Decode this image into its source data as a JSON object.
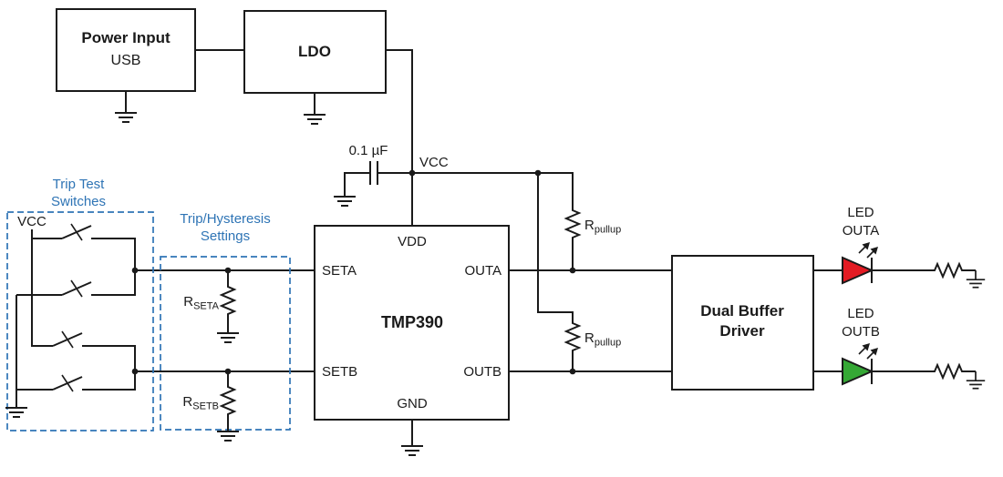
{
  "diagram": {
    "colors": {
      "blue": "#2E74B5",
      "wire": "#1a1a1a",
      "led_red": "#E31B23",
      "led_green": "#35A835"
    },
    "power_input": {
      "title": "Power Input",
      "subtitle": "USB"
    },
    "ldo": {
      "label": "LDO"
    },
    "capacitor": {
      "value": "0.1 µF"
    },
    "vcc_label": "VCC",
    "tmp390": {
      "label": "TMP390",
      "pin_vdd": "VDD",
      "pin_seta": "SETA",
      "pin_setb": "SETB",
      "pin_outa": "OUTA",
      "pin_outb": "OUTB",
      "pin_gnd": "GND"
    },
    "trip_switches": {
      "title_line1": "Trip Test",
      "title_line2": "Switches",
      "vcc": "VCC"
    },
    "trip_settings": {
      "title_line1": "Trip/Hysteresis",
      "title_line2": "Settings"
    },
    "resistors": {
      "r_seta": {
        "base": "R",
        "sub": "SETA"
      },
      "r_setb": {
        "base": "R",
        "sub": "SETB"
      },
      "r_pullup_a": {
        "base": "R",
        "sub": "pullup"
      },
      "r_pullup_b": {
        "base": "R",
        "sub": "pullup"
      }
    },
    "buffer": {
      "title_line1": "Dual Buffer",
      "title_line2": "Driver"
    },
    "led_a": {
      "line1": "LED",
      "line2": "OUTA"
    },
    "led_b": {
      "line1": "LED",
      "line2": "OUTB"
    }
  }
}
